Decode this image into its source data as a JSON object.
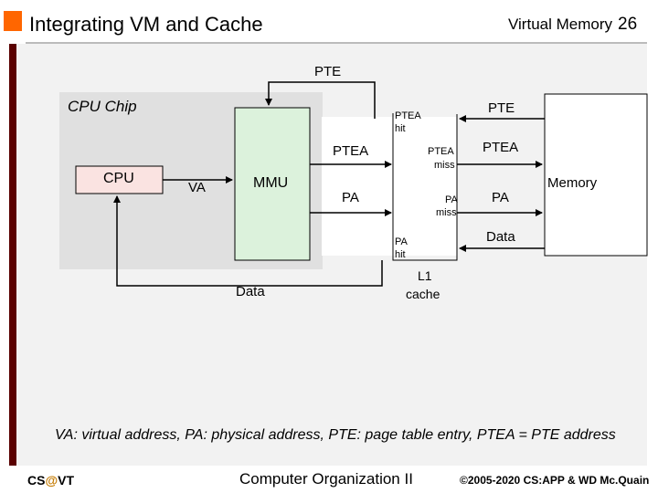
{
  "slide": {
    "title": "Integrating VM and Cache",
    "header_topic": "Virtual Memory",
    "slide_number": "26",
    "caption": "VA: virtual address, PA: physical address, PTE: page table entry, PTEA = PTE address"
  },
  "footer": {
    "left_prefix": "CS",
    "left_at": "@",
    "left_suffix": "VT",
    "center": "Computer Organization II",
    "right": "©2005-2020 CS:APP & WD Mc.Quain"
  },
  "diagram": {
    "cpu_chip_label": "CPU Chip",
    "cpu_label": "CPU",
    "mmu_label": "MMU",
    "cache_label_line1": "L1",
    "cache_label_line2": "cache",
    "memory_label": "Memory",
    "edge_labels": {
      "pte_top": "PTE",
      "ptea_hit_line1": "PTEA",
      "ptea_hit_line2": "hit",
      "pte_right": "PTE",
      "ptea_left": "PTEA",
      "ptea_miss_line1": "PTEA",
      "ptea_miss_line2": "miss",
      "ptea_right": "PTEA",
      "va": "VA",
      "pa_left": "PA",
      "pa_miss_line1": "PA",
      "pa_miss_line2": "miss",
      "pa_right": "PA",
      "pa_hit_line1": "PA",
      "pa_hit_line2": "hit",
      "data_right": "Data",
      "data_bottom": "Data"
    }
  }
}
